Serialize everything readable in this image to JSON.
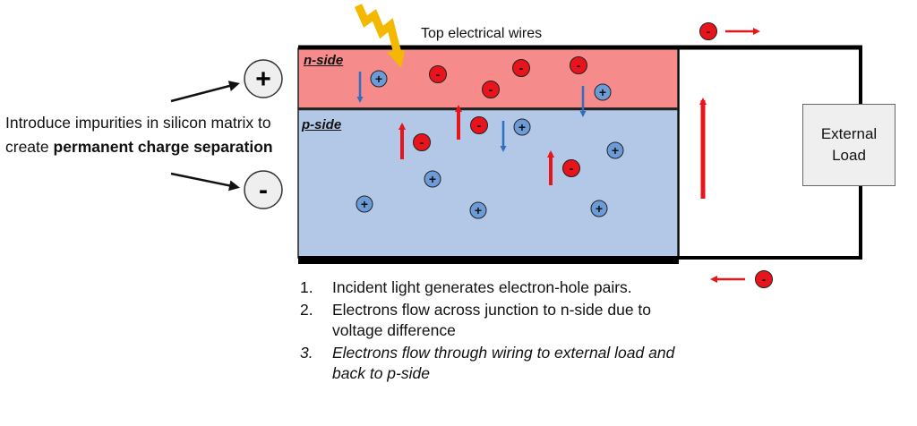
{
  "labels": {
    "top_wires": "Top electrical wires",
    "n_side": "n-side",
    "p_side": "p-side",
    "external_load_line1": "External",
    "external_load_line2": "Load",
    "plus_symbol": "+",
    "minus_symbol": "-",
    "electron_symbol": "-",
    "hole_symbol": "+"
  },
  "intro": {
    "text_1": "Introduce impurities in silicon matrix to create ",
    "text_bold": "permanent charge separation"
  },
  "steps": [
    {
      "number": "1.",
      "text": "Incident light generates electron-hole pairs."
    },
    {
      "number": "2.",
      "text": "Electrons flow across junction to n-side due to voltage difference"
    },
    {
      "number": "3.",
      "text": "Electrons flow through wiring to external load and back to p-side"
    }
  ],
  "colors": {
    "n_region": "#f58b8b",
    "p_region": "#b3c7e6",
    "electron": "#e8141b",
    "hole": "#6c9bd8",
    "arrow_red": "#e8141b",
    "arrow_blue": "#2f6fc0",
    "light_ray": "#f5b800",
    "wire": "#000000"
  },
  "icons": {
    "electron": "red-circle-minus-icon",
    "hole": "blue-circle-plus-icon",
    "light": "lightning-ray-icon"
  }
}
